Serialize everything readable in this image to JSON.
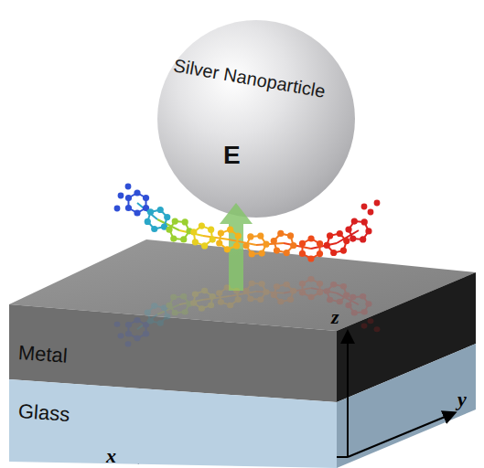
{
  "diagram": {
    "nodes": [
      {
        "text": [
          "Silver Nanoparticle",
          "E"
        ]
      },
      {
        "text": [
          "Metal"
        ]
      },
      {
        "text": [
          "Glass"
        ]
      }
    ],
    "labels": [
      "z",
      "y",
      "x"
    ]
  }
}
